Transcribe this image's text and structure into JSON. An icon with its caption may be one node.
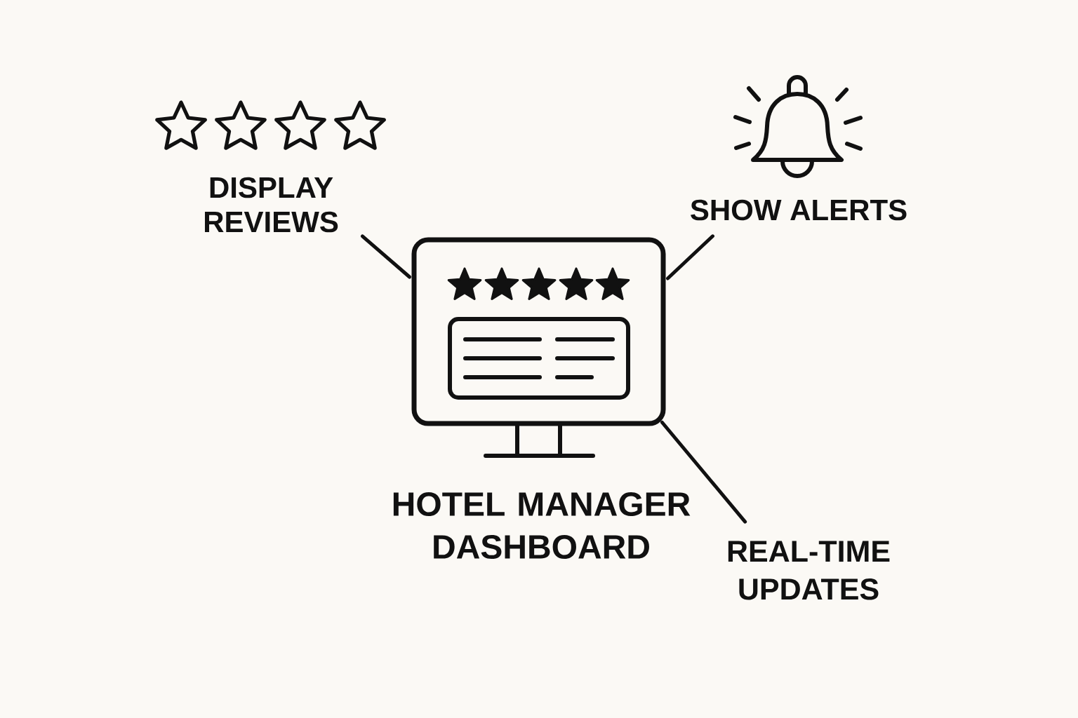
{
  "diagram": {
    "nodes": [
      {
        "text": [],
        "shape": "picture",
        "beside": [
          "HOTEL MANAGER DASHBOARD"
        ]
      },
      {
        "text": [
          "DISPLAY REVIEWS"
        ]
      },
      {
        "text": [
          "SHOW ALERTS"
        ]
      },
      {
        "text": [
          "REAL-TIME UPDATES"
        ]
      }
    ],
    "edges": [
      {
        "from": 0,
        "to": 1,
        "arrow": "none"
      },
      {
        "from": 0,
        "to": 2,
        "arrow": "none"
      },
      {
        "from": 0,
        "to": 3,
        "arrow": "none"
      }
    ]
  }
}
